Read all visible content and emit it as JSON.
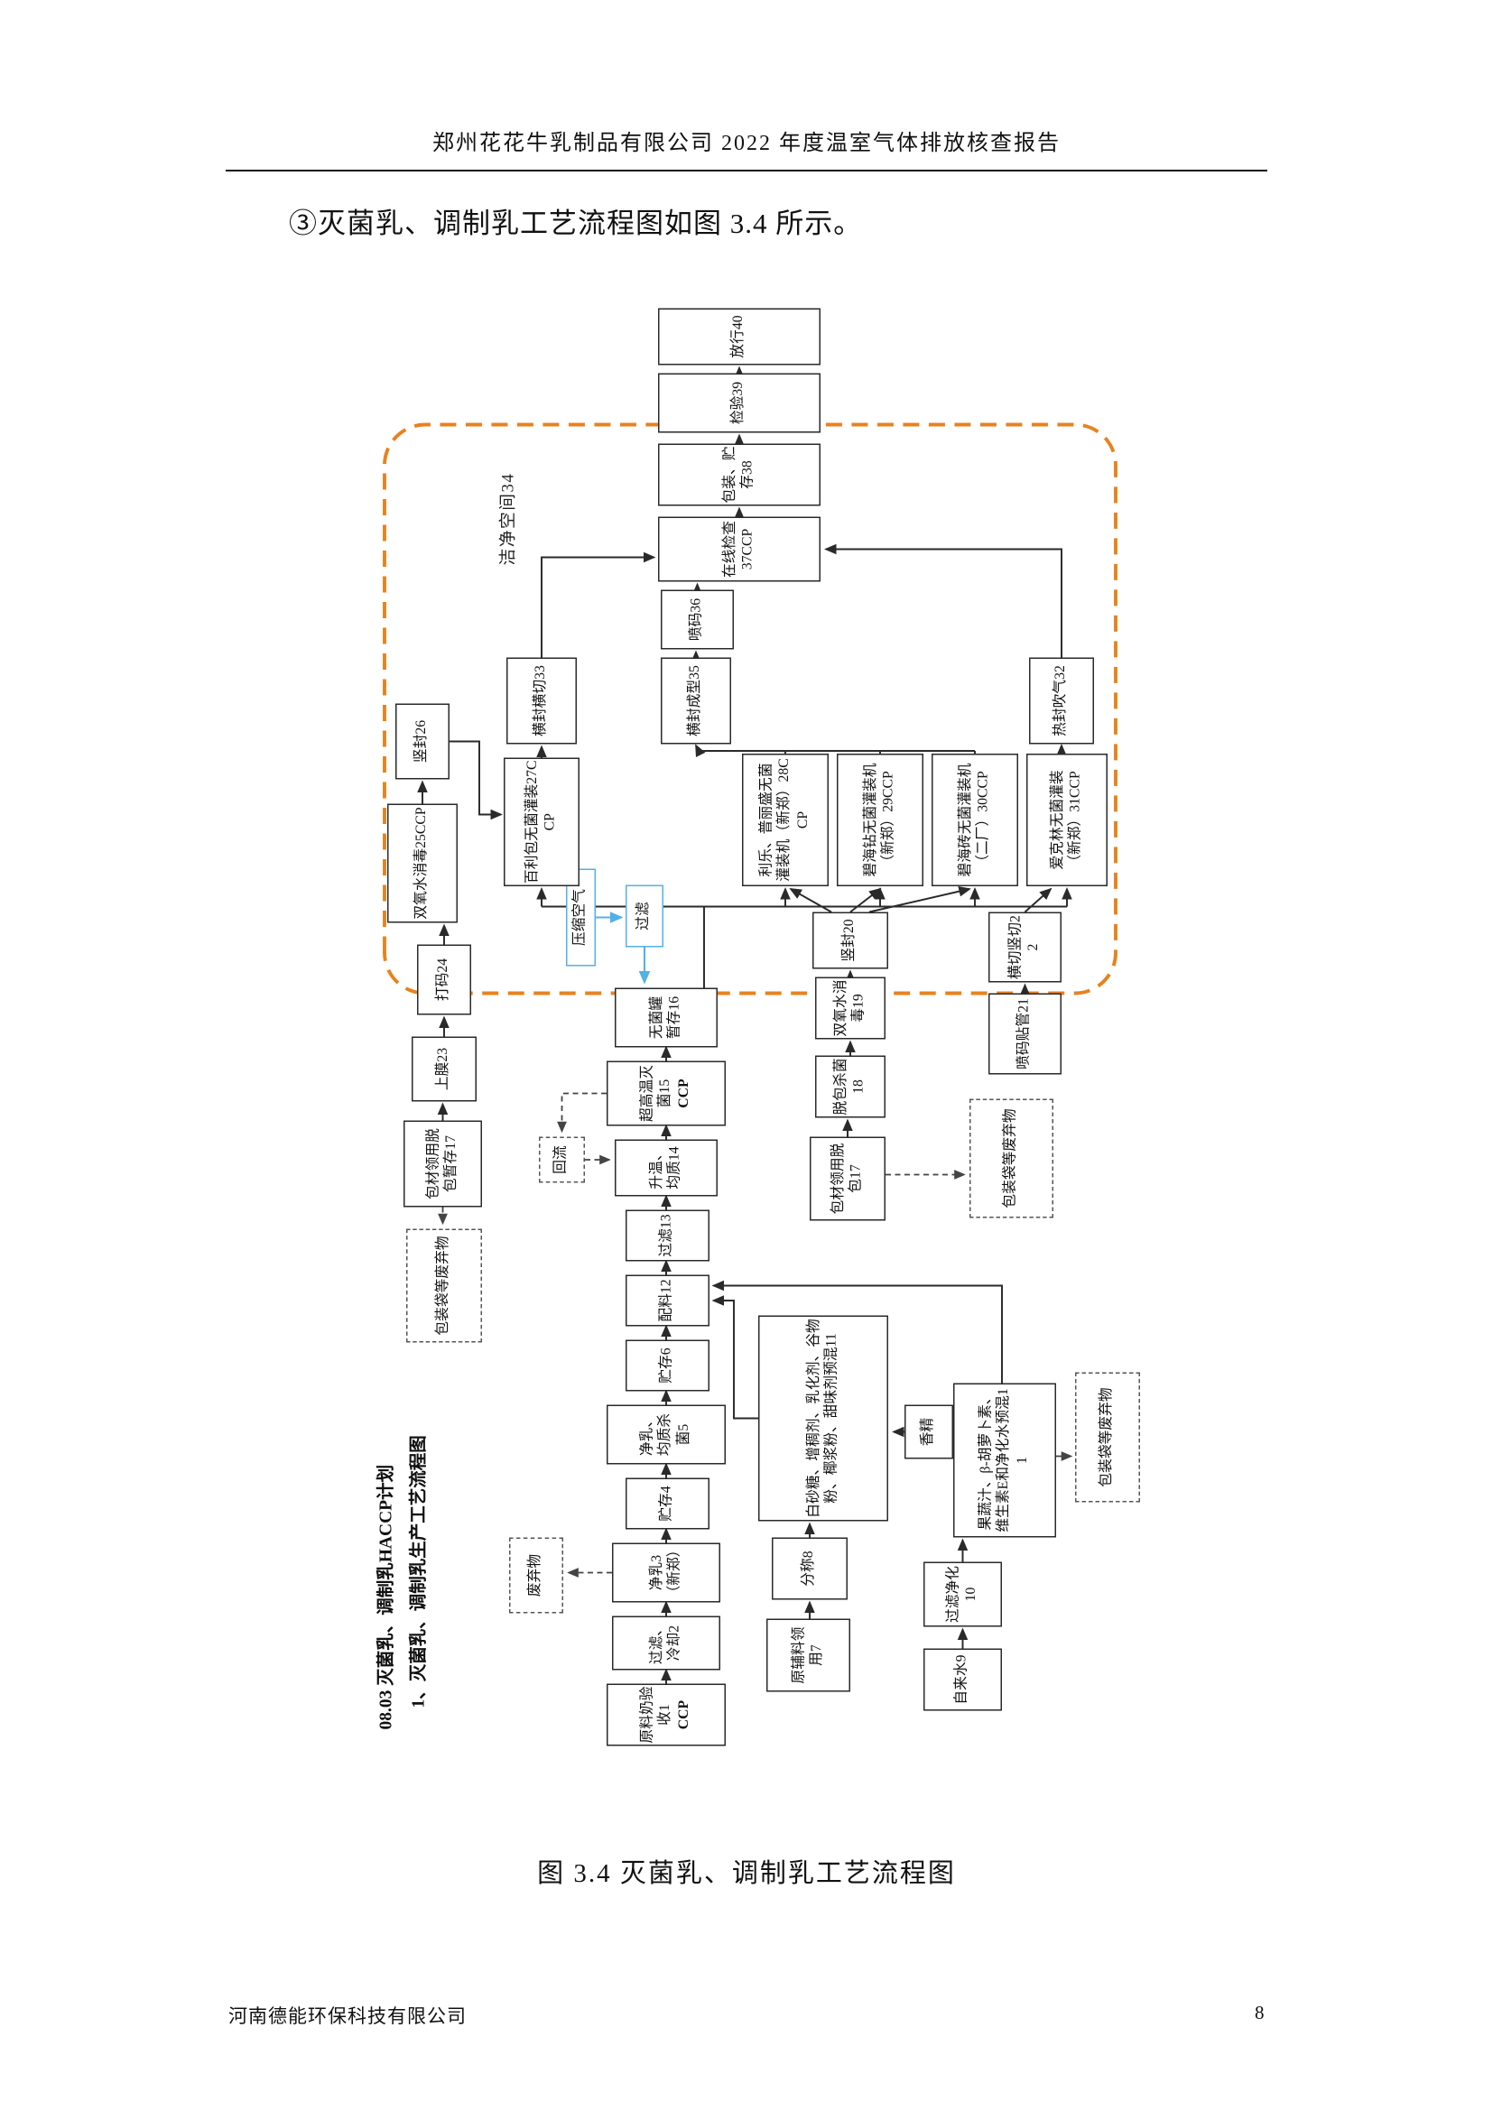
{
  "page": {
    "header_title": "郑州花花牛乳制品有限公司 2022 年度温室气体排放核查报告",
    "paragraph": "③灭菌乳、调制乳工艺流程图如图 3.4 所示。",
    "caption": "图 3.4 灭菌乳、调制乳工艺流程图",
    "footer_company": "河南德能环保科技有限公司",
    "page_number": "8"
  },
  "flowchart": {
    "title_line1": "08.03 灭菌乳、调制乳HACCP计划",
    "title_line2": "1、灭菌乳、调制乳生产工艺流程图",
    "clean_space_label": "洁净空间34",
    "colors": {
      "clean_space_border": "#E8821E",
      "air_line": "#53B0E8"
    },
    "nodes": {
      "raw_milk": {
        "text": "原料奶验收1",
        "ccp": "CCP"
      },
      "filter_cool": {
        "text": "过滤、冷却2"
      },
      "clarify": {
        "text": "净乳3（新郑）"
      },
      "store4": {
        "text": "贮存4"
      },
      "clarify_homog": {
        "text": "净乳、均质杀菌5"
      },
      "store6": {
        "text": "贮存6"
      },
      "ingredients_receive": {
        "text": "原辅料领用7"
      },
      "weigh": {
        "text": "分称8"
      },
      "tap_water": {
        "text": "自来水9"
      },
      "filter_purify": {
        "text": "过滤净化10"
      },
      "premix_sugar": {
        "text": "白砂糖、增稠剂、乳化剂、谷物粉、椰浆粉、甜味剂预混11"
      },
      "essence": {
        "text": "香精"
      },
      "premix_juice": {
        "text": "果蔬汁、β-胡萝卜素、维生素E和净化水预混11"
      },
      "blend": {
        "text": "配料12"
      },
      "filter13": {
        "text": "过滤13"
      },
      "heat_homog": {
        "text": "升温、均质14"
      },
      "uht": {
        "text": "超高温灭菌15",
        "ccp": "CCP"
      },
      "reflux": {
        "text": "回流"
      },
      "aseptic_tank": {
        "text": "无菌罐暂存16"
      },
      "compressed_air": {
        "text": "压缩空气"
      },
      "air_filter": {
        "text": "过滤"
      },
      "pkg_receive_store": {
        "text": "包材领用脱包暂存17"
      },
      "pkg_receive": {
        "text": "包材领用脱包17"
      },
      "depack_sterilize": {
        "text": "脱包杀菌18"
      },
      "h2o2_19": {
        "text": "双氧水消毒19"
      },
      "vert_seal20": {
        "text": "竖封20"
      },
      "code_tube21": {
        "text": "喷码贴管21"
      },
      "cut22": {
        "text": "横切竖切22"
      },
      "film23": {
        "text": "上膜23"
      },
      "code24": {
        "text": "打码24"
      },
      "h2o2_25": {
        "text": "双氧水消毒25CCP"
      },
      "vert_seal26": {
        "text": "竖封26"
      },
      "fill27": {
        "text": "百利包无菌灌装27CCP"
      },
      "fill28": {
        "text": "利乐、普丽盛无菌灌装机（新郑）28CCP"
      },
      "fill29": {
        "text": "碧海钻无菌灌装机（新郑）29CCP"
      },
      "fill30": {
        "text": "碧海砖无菌灌装机（二厂）30CCP"
      },
      "fill31": {
        "text": "爱克林无菌灌装（新郑）31CCP"
      },
      "blow32": {
        "text": "热封吹气32"
      },
      "seal_cut33": {
        "text": "横封横切33"
      },
      "seal_form35": {
        "text": "横封成型35"
      },
      "inkjet36": {
        "text": "喷码36"
      },
      "inline_check37": {
        "text": "在线检查37CCP"
      },
      "pack_store38": {
        "text": "包装、贮存38"
      },
      "inspect39": {
        "text": "检验39"
      },
      "release40": {
        "text": "放行40"
      },
      "waste_bags_a": {
        "text": "包装袋等废弃物"
      },
      "waste_bags_b": {
        "text": "包装袋等废弃物"
      },
      "waste_bags_c": {
        "text": "包装袋等废弃物"
      },
      "waste3": {
        "text": "废弃物"
      }
    }
  }
}
